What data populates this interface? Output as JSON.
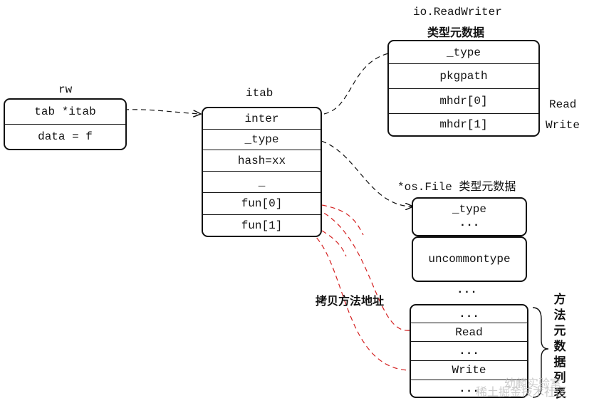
{
  "rw": {
    "title": "rw",
    "cells": [
      "tab *itab",
      "data = f"
    ]
  },
  "itab": {
    "title": "itab",
    "cells": [
      "inter",
      "_type",
      "hash=xx",
      "_",
      "fun[0]",
      "fun[1]"
    ]
  },
  "rw_meta": {
    "title_line1": "io.ReadWriter",
    "title_line2": "类型元数据",
    "cells": [
      "_type",
      "pkgpath",
      "mhdr[0]",
      "mhdr[1]"
    ],
    "side_labels": [
      "Read",
      "Write"
    ]
  },
  "osfile": {
    "title": "*os.File 类型元数据",
    "type_box": [
      "_type",
      "..."
    ],
    "uncommon": "uncommontype",
    "gap_dots": "...",
    "methods": [
      "...",
      "Read",
      "...",
      "Write",
      "..."
    ]
  },
  "copy_label": "拷贝方法地址",
  "method_list_label": "方法元数据列表",
  "watermark": {
    "line1": "幼麟实验室",
    "line2": "稀土掘金技术社区"
  },
  "colors": {
    "black_link": "#111111",
    "red_link": "#d42020"
  }
}
